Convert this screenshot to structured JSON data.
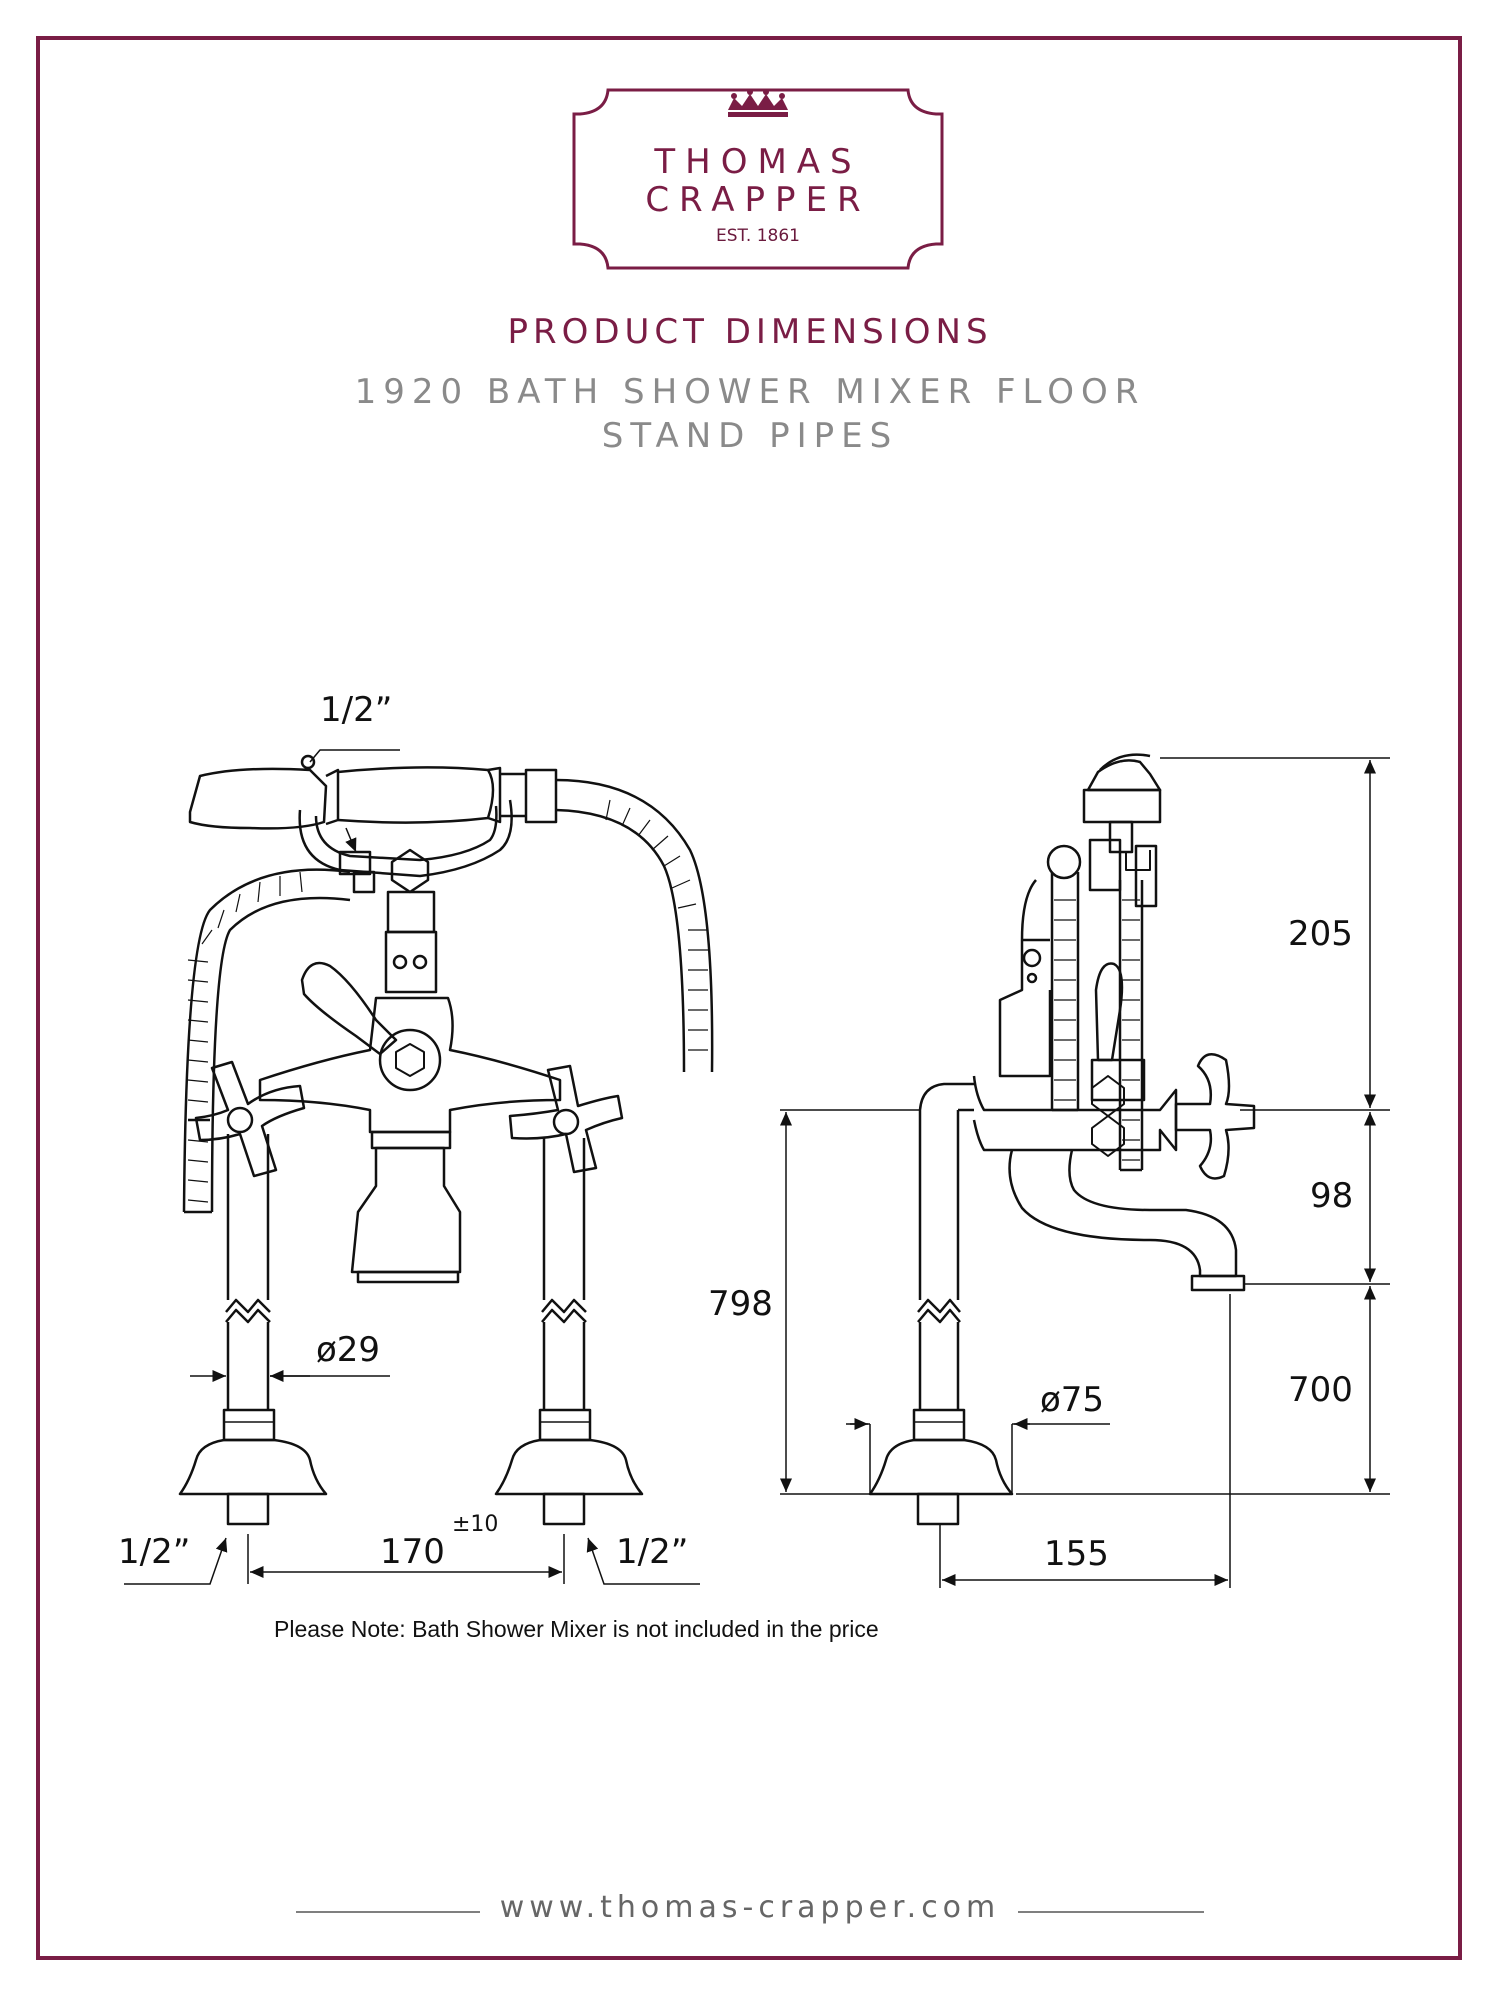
{
  "brand": {
    "name_line1": "THOMAS",
    "name_line2": "CRAPPER",
    "established": "EST. 1861",
    "color": "#7a1d45"
  },
  "heading": "PRODUCT DIMENSIONS",
  "product": {
    "name_line1": "1920 BATH SHOWER MIXER FLOOR",
    "name_line2": "STAND PIPES"
  },
  "dimensions": {
    "hose_thread": "1/2”",
    "pipe_diameter": "ø29",
    "left_inlet": "1/2”",
    "right_inlet": "1/2”",
    "centres": "170",
    "centres_tolerance": "±10",
    "base_diameter": "ø75",
    "total_height": "798",
    "upper_height": "205",
    "mid_height": "98",
    "lower_height": "700",
    "spout_projection": "155"
  },
  "note": "Please Note: Bath Shower Mixer is not included in the price",
  "footer": {
    "url": "www.thomas-crapper.com"
  }
}
